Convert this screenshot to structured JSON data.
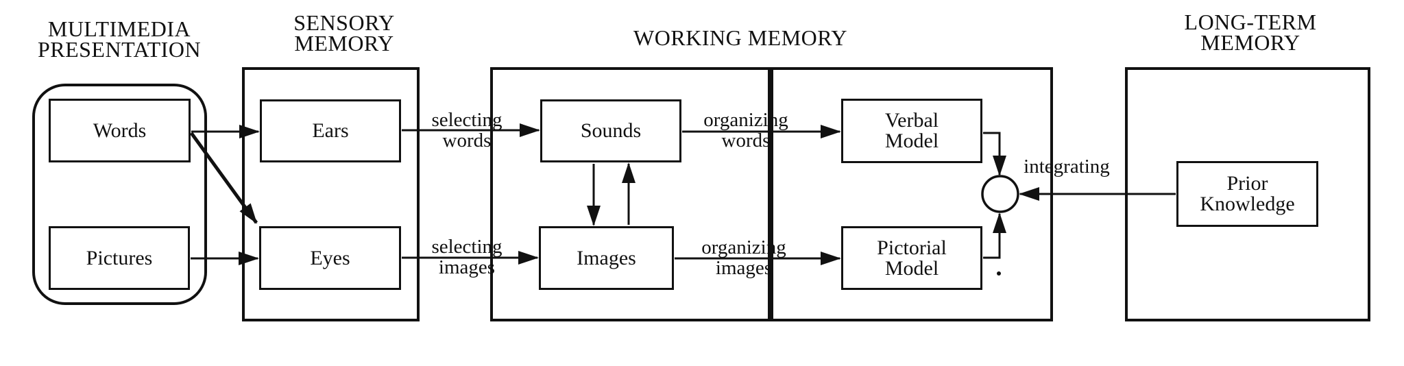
{
  "diagram": {
    "titles": {
      "multimedia": "MULTIMEDIA\nPRESENTATION",
      "sensory": "SENSORY\nMEMORY",
      "working": "WORKING MEMORY",
      "longterm": "LONG-TERM\nMEMORY"
    },
    "boxes": {
      "words": "Words",
      "pictures": "Pictures",
      "ears": "Ears",
      "eyes": "Eyes",
      "sounds": "Sounds",
      "images": "Images",
      "verbal_model": "Verbal\nModel",
      "pictorial_model": "Pictorial\nModel",
      "prior_knowledge": "Prior\nKnowledge"
    },
    "arrow_labels": {
      "selecting_words": "selecting\nwords",
      "selecting_images": "selecting\nimages",
      "organizing_words": "organizing\nwords",
      "organizing_images": "organizing\nimages",
      "integrating": "integrating"
    },
    "colors": {
      "ink": "#111111",
      "background": "#ffffff"
    }
  }
}
